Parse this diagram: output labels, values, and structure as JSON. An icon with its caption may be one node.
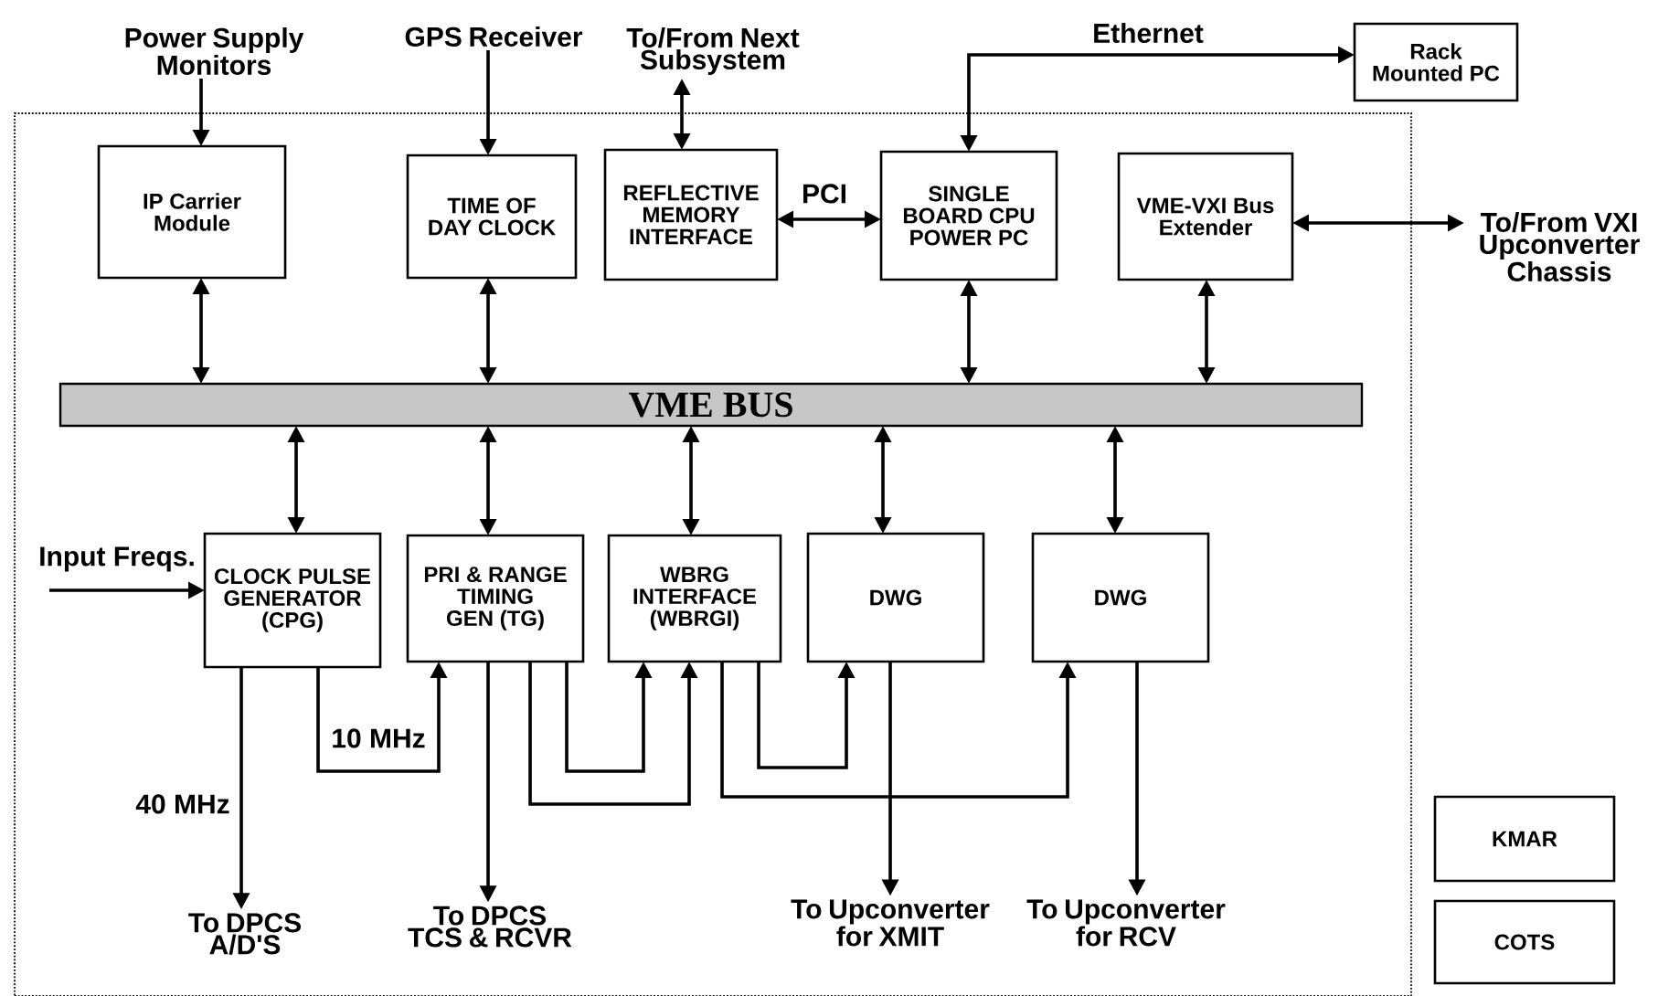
{
  "diagram": {
    "nodes": [
      {
        "text": [],
        "shape": "box"
      },
      {
        "text": [
          "Power Supply Monitors"
        ]
      },
      {
        "text": [
          "GPS Receiver"
        ]
      },
      {
        "text": [
          "To/From Next Subsystem"
        ]
      },
      {
        "text": [
          "Rack Mounted PC"
        ]
      },
      {
        "text": [
          "IP Carrier Module"
        ],
        "in": 0
      },
      {
        "text": [
          "TIME OF DAY CLOCK"
        ],
        "in": 0
      },
      {
        "text": [
          "REFLECTIVE MEMORY INTERFACE"
        ],
        "in": 0
      },
      {
        "text": [
          "SINGLE BOARD CPU POWER PC"
        ],
        "in": 0
      },
      {
        "text": [
          "VME-VXI Bus Extender"
        ],
        "in": 0
      },
      {
        "text": [
          "To/From VXI Upconverter Chassis"
        ]
      },
      {
        "text": [
          "VME BUS"
        ],
        "in": 0
      },
      {
        "text": [
          "CLOCK PULSE GENERATOR (CPG)"
        ],
        "in": 0
      },
      {
        "text": [
          "PRI & RANGE TIMING GEN (TG)"
        ],
        "in": 0
      },
      {
        "text": [
          "WBRG INTERFACE (WBRGI)"
        ],
        "in": 0
      },
      {
        "text": [
          "DWG"
        ],
        "in": 0
      },
      {
        "text": [
          "DWG"
        ],
        "in": 0
      },
      {
        "text": [
          "To DPCS A/D'S"
        ],
        "in": 0
      },
      {
        "text": [
          "To DPCS TCS & RCVR"
        ],
        "in": 0
      },
      {
        "text": [
          "To Upconverter for XMIT"
        ],
        "in": 0
      },
      {
        "text": [
          "To Upconverter for RCV"
        ],
        "in": 0
      },
      {
        "text": [
          "KMAR"
        ]
      },
      {
        "text": [
          "COTS"
        ]
      }
    ],
    "edges": [
      {
        "from": 1,
        "to": 5,
        "arrow": "to"
      },
      {
        "from": 2,
        "to": 6,
        "arrow": "to"
      },
      {
        "from": 3,
        "to": 7,
        "arrow": "both"
      },
      {
        "from": 8,
        "to": 4,
        "arrow": "both",
        "label": "Ethernet"
      },
      {
        "from": 7,
        "to": 8,
        "arrow": "both",
        "label": "PCI"
      },
      {
        "from": 9,
        "to": 10,
        "arrow": "both"
      },
      {
        "from": 5,
        "to": 11,
        "arrow": "both"
      },
      {
        "from": 6,
        "to": 11,
        "arrow": "both"
      },
      {
        "from": 8,
        "to": 11,
        "arrow": "both"
      },
      {
        "from": 9,
        "to": 11,
        "arrow": "both"
      },
      {
        "from": 11,
        "to": 12,
        "arrow": "both"
      },
      {
        "from": 11,
        "to": 13,
        "arrow": "both"
      },
      {
        "from": 11,
        "to": 14,
        "arrow": "both"
      },
      {
        "from": 11,
        "to": 15,
        "arrow": "both"
      },
      {
        "from": 11,
        "to": 16,
        "arrow": "both"
      },
      {
        "from": null,
        "to": 12,
        "arrow": "to",
        "label": "Input Freqs."
      },
      {
        "from": 12,
        "to": 17,
        "arrow": "to",
        "label": "40 MHz"
      },
      {
        "from": 12,
        "to": 13,
        "arrow": "to",
        "label": "10 MHz"
      },
      {
        "from": 13,
        "to": 18,
        "arrow": "to"
      },
      {
        "from": 13,
        "to": 14,
        "arrow": "to"
      },
      {
        "from": 13,
        "to": 14,
        "arrow": "to"
      },
      {
        "from": 14,
        "to": 15,
        "arrow": "to"
      },
      {
        "from": 14,
        "to": 16,
        "arrow": "to"
      },
      {
        "from": 15,
        "to": 19,
        "arrow": "to"
      },
      {
        "from": 16,
        "to": 20,
        "arrow": "to"
      }
    ]
  }
}
